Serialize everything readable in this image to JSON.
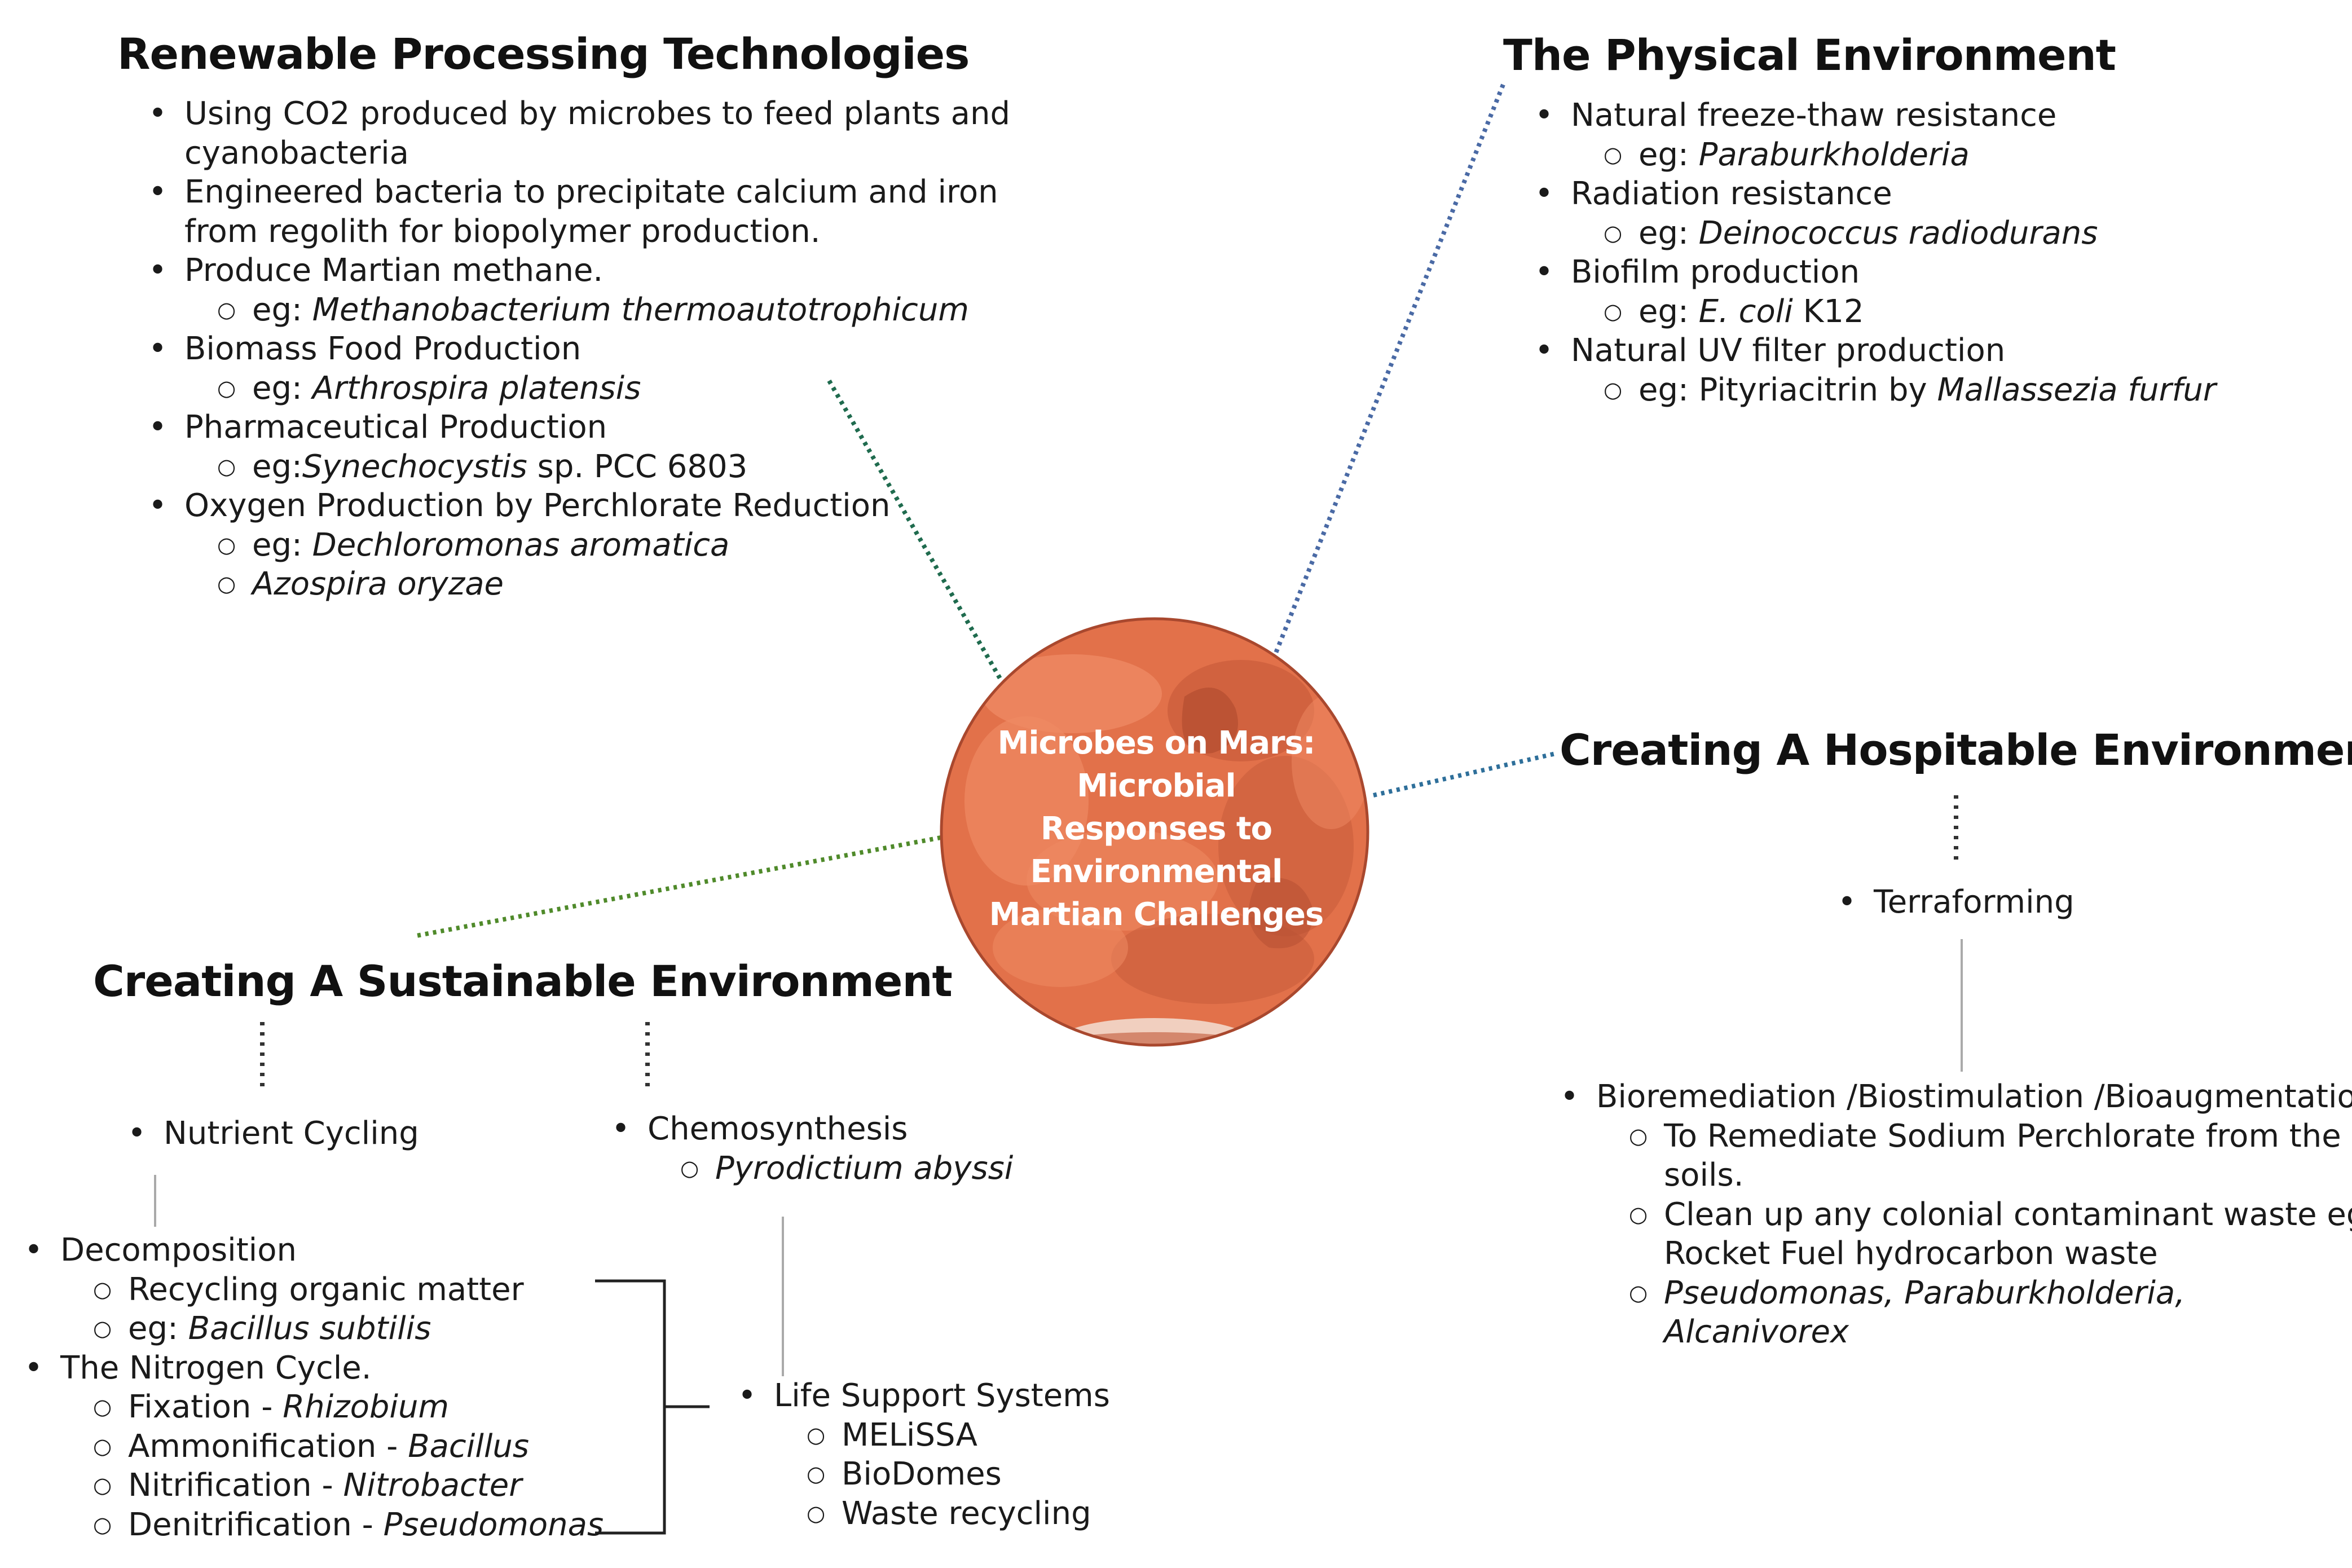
{
  "colors": {
    "planet_base": "#e2714a",
    "planet_dark": "#c25637",
    "planet_light": "#ef8a63",
    "planet_outline": "#a9482e",
    "connector_renewable": "#1f6b4e",
    "connector_physical": "#4a6aa5",
    "connector_hospitable": "#2e6f9a",
    "connector_sustainable": "#4f8a2a",
    "text": "#1a1a1a"
  },
  "center": {
    "title_lines": [
      "Microbes on Mars:",
      "Microbial",
      "Responses to",
      "Environmental",
      "Martian Challenges"
    ]
  },
  "renewable": {
    "heading": "Renewable Processing Technologies",
    "l1": "Using CO2 produced by microbes to feed plants and",
    "l2": "cyanobacteria",
    "l3": "Engineered bacteria to precipitate calcium and iron",
    "l4": "from regolith for biopolymer production.",
    "l5": "Produce Martian methane.",
    "l6_prefix": "eg: ",
    "l6_species": "Methanobacterium thermoautotrophicum",
    "l7": "Biomass Food Production",
    "l8_prefix": "eg: ",
    "l8_species": "Arthrospira platensis",
    "l9": "Pharmaceutical Production",
    "l10_prefix": "eg:",
    "l10_species": "Synechocystis",
    "l10_suffix": " sp. PCC 6803",
    "l11": "Oxygen Production by Perchlorate Reduction",
    "l12_prefix": " eg: ",
    "l12_species": "Dechloromonas aromatica",
    "l13_species": "Azospira oryzae"
  },
  "physical": {
    "heading": "The Physical Environment",
    "l1": "Natural freeze-thaw resistance",
    "l2_prefix": "eg: ",
    "l2_species": "Paraburkholderia",
    "l3": "Radiation resistance",
    "l4_prefix": "eg: ",
    "l4_species": "Deinococcus radiodurans",
    "l5": "Biofilm production",
    "l6_prefix": "eg: ",
    "l6_species": "E. coli",
    "l6_suffix": " K12",
    "l7": "Natural UV filter production",
    "l8_prefix": " eg: Pityriacitrin by ",
    "l8_species": "Mallassezia furfur"
  },
  "hospitable": {
    "heading": "Creating A Hospitable Environment",
    "terraforming": "Terraforming",
    "bio": "Bioremediation /Biostimulation /Bioaugmentation",
    "s1a": "To Remediate Sodium Perchlorate from the",
    "s1b": "soils.",
    "s2a": "Clean up any colonial contaminant waste eg:",
    "s2b": "Rocket Fuel hydrocarbon waste",
    "s3a": "Pseudomonas, Paraburkholderia,",
    "s3b": "Alcanivorex"
  },
  "sustainable": {
    "heading": "Creating A Sustainable Environment",
    "nutrient": "Nutrient Cycling",
    "chemo": "Chemosynthesis",
    "chemo_species": "Pyrodictium abyssi",
    "decomposition": "Decomposition",
    "recycling": "Recycling organic matter",
    "decomp_eg_prefix": "eg: ",
    "decomp_eg_species": "Bacillus subtilis",
    "nitrogen": "The Nitrogen Cycle.",
    "fixation_prefix": "Fixation - ",
    "fixation_species": "Rhizobium",
    "ammon_prefix": "Ammonification - ",
    "ammon_species": "Bacillus",
    "nitrif_prefix": "Nitrification - ",
    "nitrif_species": "Nitrobacter",
    "denitrif_prefix": "Denitrification - ",
    "denitrif_species": "Pseudomonas",
    "life_support": "Life Support Systems",
    "melissa": "MELiSSA",
    "biodomes": "BioDomes",
    "waste": "Waste recycling"
  }
}
